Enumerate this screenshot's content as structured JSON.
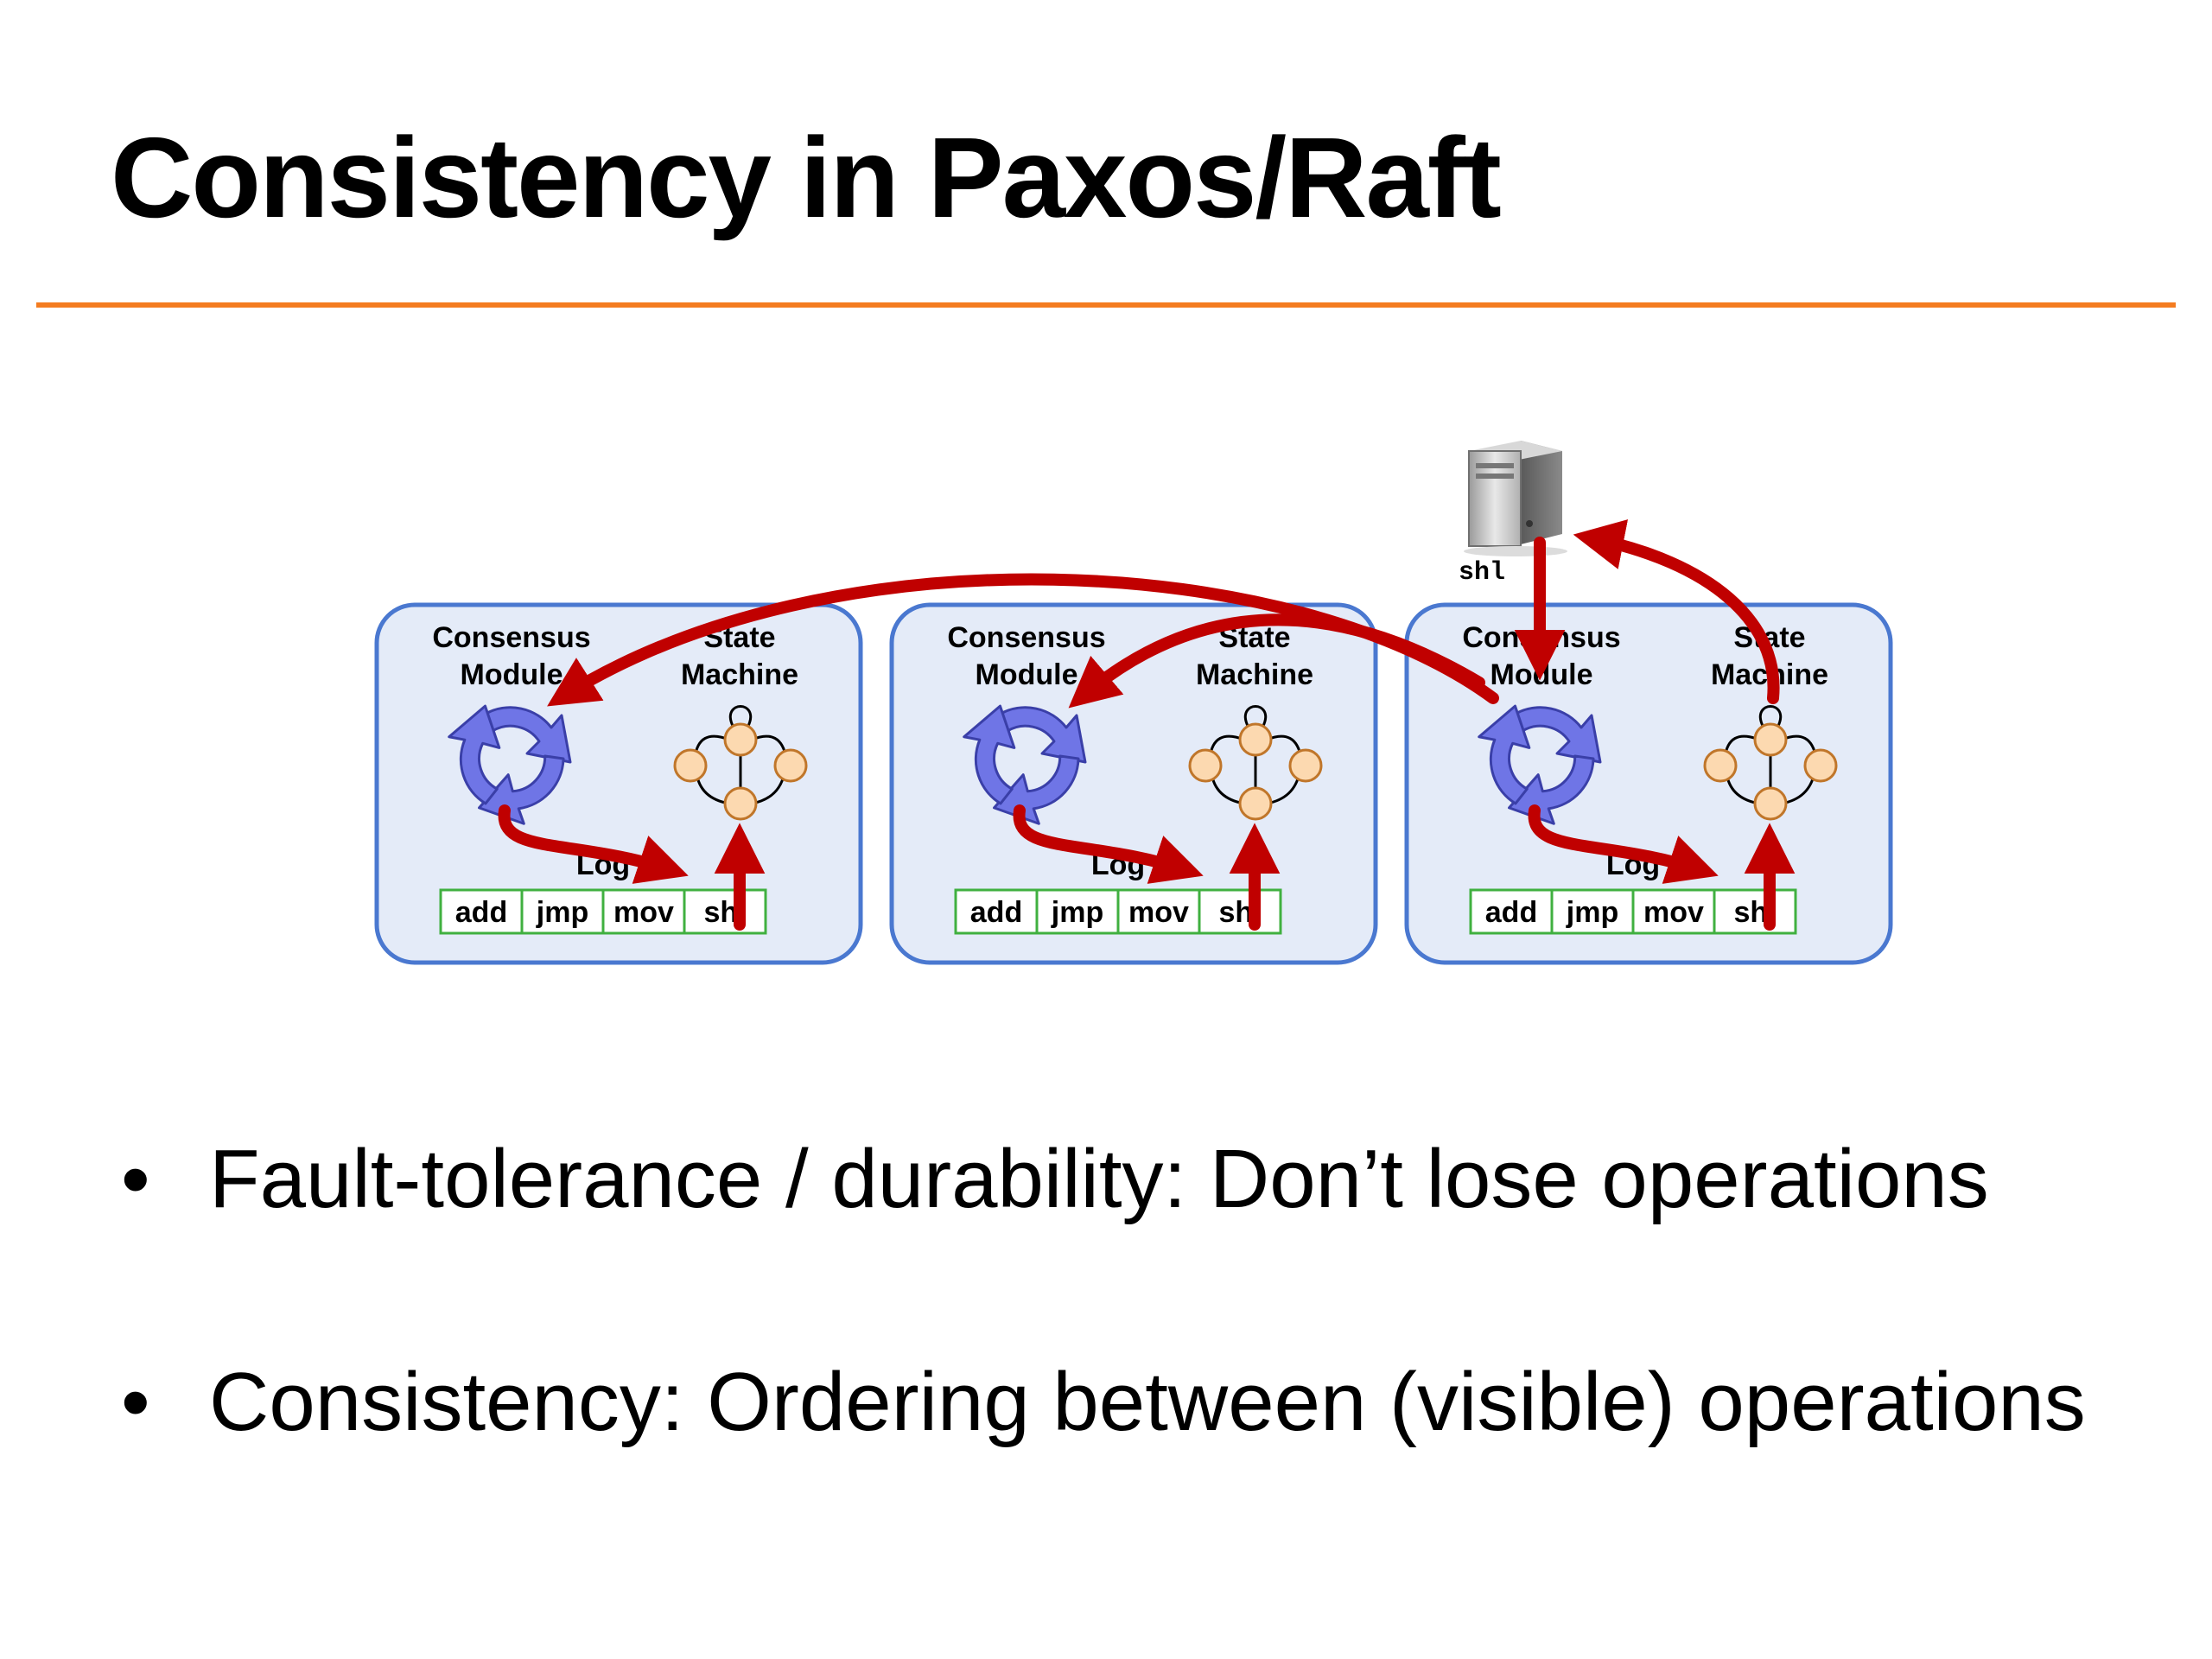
{
  "slide": {
    "title": "Consistency in Paxos/Raft",
    "accent_color": "#f47c20"
  },
  "diagram": {
    "client": {
      "icon": "server-icon",
      "command_label": "shl"
    },
    "servers": [
      {
        "consensus_label_line1": "Consensus",
        "consensus_label_line2": "Module",
        "state_label_line1": "State",
        "state_label_line2": "Machine",
        "log_label": "Log",
        "log_entries": [
          "add",
          "jmp",
          "mov",
          "shl"
        ]
      },
      {
        "consensus_label_line1": "Consensus",
        "consensus_label_line2": "Module",
        "state_label_line1": "State",
        "state_label_line2": "Machine",
        "log_label": "Log",
        "log_entries": [
          "add",
          "jmp",
          "mov",
          "shl"
        ]
      },
      {
        "consensus_label_line1": "Consensus",
        "consensus_label_line2": "Module",
        "state_label_line1": "State",
        "state_label_line2": "Machine",
        "log_label": "Log",
        "log_entries": [
          "add",
          "jmp",
          "mov",
          "shl"
        ]
      }
    ],
    "colors": {
      "server_fill": "#e4ebf8",
      "server_border": "#4a78d0",
      "arrow": "#c00000",
      "consensus_icon": "#6f75e6",
      "state_node_fill": "#fcd9b0",
      "state_node_border": "#c0762a",
      "log_border": "#40b040"
    }
  },
  "bullets": [
    "Fault-tolerance / durability:  Don’t lose operations",
    "Consistency:  Ordering between (visible) operations"
  ]
}
